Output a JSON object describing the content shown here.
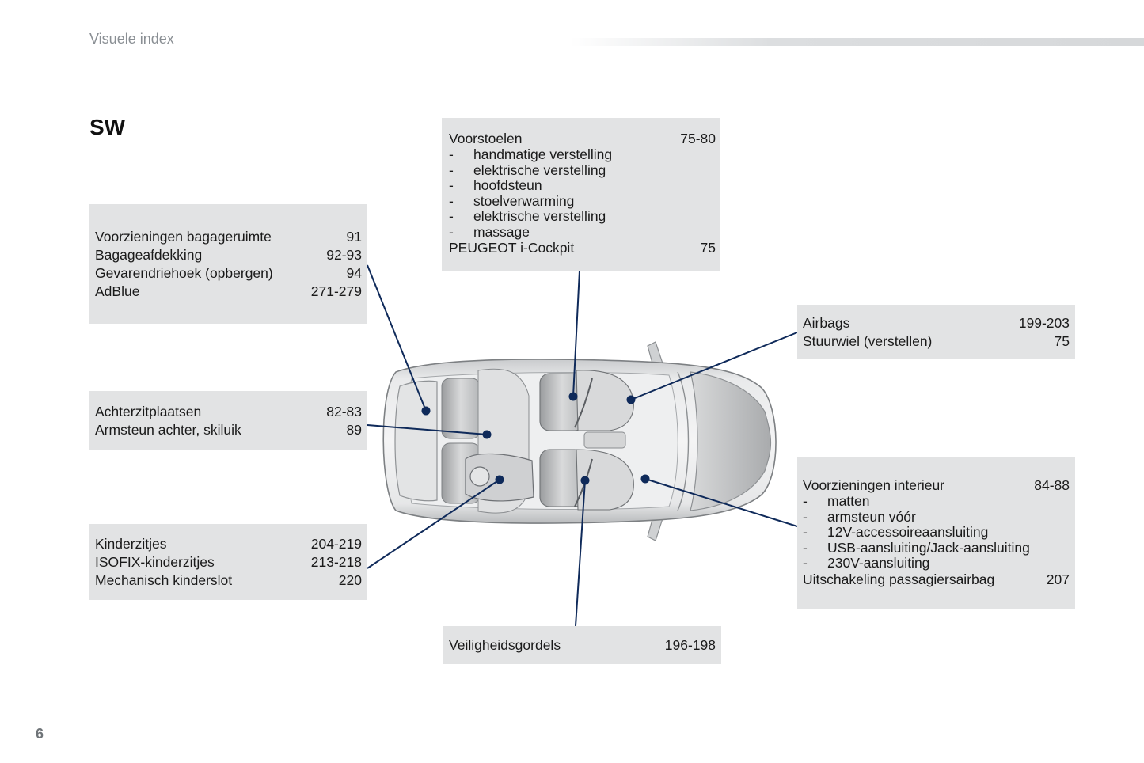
{
  "header": {
    "title": "Visuele index"
  },
  "section": {
    "title": "SW"
  },
  "page_number": "6",
  "colors": {
    "box_bg": "#e2e3e4",
    "leader_line": "#0f2a5a",
    "header_text": "#8a8f94"
  },
  "boxes": {
    "luggage": {
      "rows": [
        {
          "label": "Voorzieningen bagageruimte",
          "page": "91"
        },
        {
          "label": "Bagageafdekking",
          "page": "92-93"
        },
        {
          "label": "Gevarendriehoek (opbergen)",
          "page": "94"
        },
        {
          "label": "AdBlue",
          "page": "271-279"
        }
      ]
    },
    "rear": {
      "rows": [
        {
          "label": "Achterzitplaatsen",
          "page": "82-83"
        },
        {
          "label": "Armsteun achter, skiluik",
          "page": "89"
        }
      ]
    },
    "child": {
      "rows": [
        {
          "label": "Kinderzitjes",
          "page": "204-219"
        },
        {
          "label": "ISOFIX-kinderzitjes",
          "page": "213-218"
        },
        {
          "label": "Mechanisch kinderslot",
          "page": "220"
        }
      ]
    },
    "front": {
      "heading": {
        "label": "Voorstoelen",
        "page": "75-80"
      },
      "dash": "-",
      "items": [
        "handmatige verstelling",
        "elektrische verstelling",
        "hoofdsteun",
        "stoelverwarming",
        "elektrische verstelling",
        "massage"
      ],
      "footer": {
        "label": "PEUGEOT i-Cockpit",
        "page": "75"
      }
    },
    "belts": {
      "rows": [
        {
          "label": "Veiligheidsgordels",
          "page": "196-198"
        }
      ]
    },
    "airbags": {
      "rows": [
        {
          "label": "Airbags",
          "page": "199-203"
        },
        {
          "label": "Stuurwiel (verstellen)",
          "page": "75"
        }
      ]
    },
    "interior": {
      "heading": {
        "label": "Voorzieningen interieur",
        "page": "84-88"
      },
      "dash": "-",
      "items": [
        "matten",
        "armsteun vóór",
        "12V-accessoireaansluiting",
        "USB-aansluiting/Jack-aansluiting",
        "230V-aansluiting"
      ],
      "footer": {
        "label": "Uitschakeling passagiersairbag",
        "page": "207"
      }
    }
  }
}
